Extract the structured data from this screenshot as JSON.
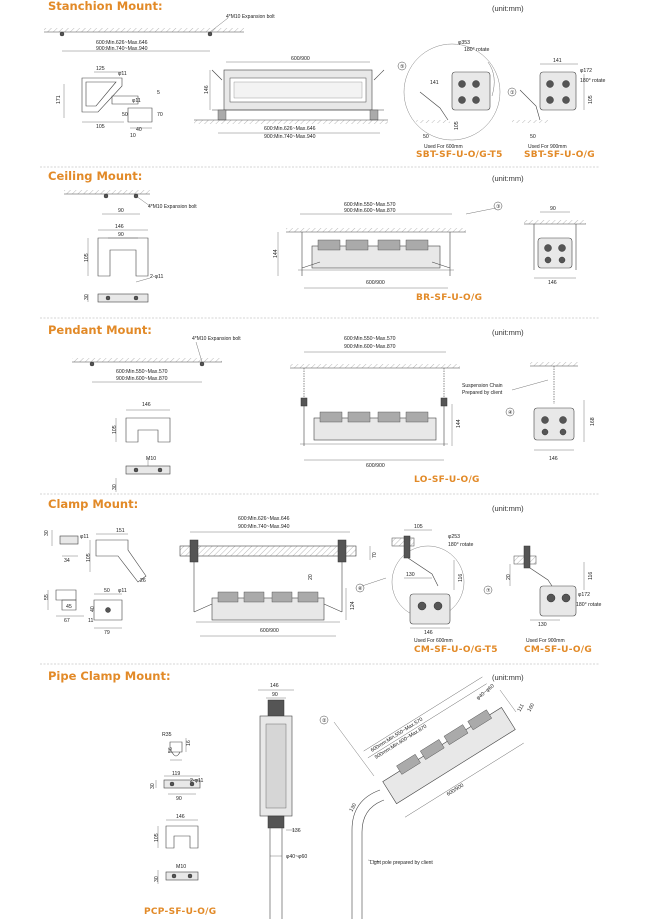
{
  "sections": {
    "stanchion": {
      "title": "Stanchion Mount:",
      "unit": "(unit:mm)",
      "bolt_note": "4*M10 Expansion bolt",
      "span_top_a": "600:Min.626~Max.646",
      "span_top_b": "900:Min.740~Max.940",
      "bracket_dims": [
        "125",
        "φ11",
        "171",
        "105",
        "φ11",
        "5",
        "50",
        "40",
        "70",
        "10"
      ],
      "fixture_length": "600/900",
      "fixture_height": "146",
      "span_bottom_a": "600:Min.626~Max.646",
      "span_bottom_b": "900:Min.740~Max.940",
      "side_a": {
        "diameter": "φ353",
        "rotate": "180° rotate",
        "dims": [
          "141",
          "50",
          "105"
        ],
        "callout": "⑤",
        "used_for": "Used For 600mm",
        "model": "SBT-SF-U-O/G-T5"
      },
      "side_b": {
        "diameter": "φ172",
        "rotate": "180° rotate",
        "dims": [
          "141",
          "105",
          "50"
        ],
        "callout": "①",
        "used_for": "Used For 900mm",
        "model": "SBT-SF-U-O/G"
      }
    },
    "ceiling": {
      "title": "Ceiling Mount:",
      "unit": "(unit:mm)",
      "bolt_note": "4*M10 Expansion bolt",
      "bolt_spacing": "90",
      "bracket_dims": [
        "146",
        "90",
        "105",
        "2-φ11",
        "30"
      ],
      "span_a": "600:Min.550~Max.570",
      "span_b": "900:Min.600~Max.870",
      "callout": "③",
      "fixture_height": "144",
      "fixture_length": "600/900",
      "end_dims": [
        "90",
        "146"
      ],
      "model": "BR-SF-U-O/G"
    },
    "pendant": {
      "title": "Pendant Mount:",
      "unit": "(unit:mm)",
      "bolt_note": "4*M10 Expansion bolt",
      "ceiling_span_a": "600:Min.550~Max.570",
      "ceiling_span_b": "900:Min.600~Max.870",
      "bracket_dims": [
        "146",
        "105",
        "M10",
        "30"
      ],
      "span_a": "600:Min.550~Max.570",
      "span_b": "900:Min.600~Max.870",
      "chain_note_1": "Suspension Chain",
      "chain_note_2": "Prepared by client",
      "callout": "④",
      "fixture_height": "144",
      "fixture_length": "600/900",
      "end_dims": [
        "146",
        "168"
      ],
      "model": "LO-SF-U-O/G"
    },
    "clamp": {
      "title": "Clamp Mount:",
      "unit": "(unit:mm)",
      "span_a": "600:Min.626~Max.646",
      "span_b": "900:Min.740~Max.940",
      "bracket_dims": [
        "30",
        "φ11",
        "151",
        "34",
        "105",
        "26",
        "55",
        "45",
        "67",
        "50",
        "φ11",
        "40",
        "11",
        "79"
      ],
      "beam_height": "70",
      "beam_gap": "20",
      "fixture_height": "124",
      "fixture_length": "600/900",
      "side_a": {
        "dims": [
          "105",
          "φ253",
          "116",
          "130",
          "146"
        ],
        "rotate": "180° rotate",
        "callout": "⑥",
        "used_for": "Used For 600mm",
        "model": "CM-SF-U-O/G-T5"
      },
      "side_b": {
        "dims": [
          "20",
          "116",
          "130",
          "φ172"
        ],
        "rotate": "180° rotate",
        "callout": "⑦",
        "used_for": "Used For 900mm",
        "model": "CM-SF-U-O/G"
      }
    },
    "pipe_clamp": {
      "title": "Pipe Clamp Mount:",
      "unit": "(unit:mm)",
      "front_dims": [
        "146",
        "90",
        "136",
        "φ40~φ60"
      ],
      "small_dims": [
        "R35",
        "16",
        "56",
        "119",
        "2-φ11",
        "30",
        "90",
        "146",
        "105",
        "M10",
        "30"
      ],
      "angle_dims": [
        "φ40~φ60",
        "111",
        "160",
        "130"
      ],
      "span_a": "600mm:Min.550~Max.570",
      "span_b": "900mm:Min.600~Max.870",
      "fixture_length": "600/900",
      "callout": "②",
      "pole_note": "Light pole prepared by client",
      "model": "PCP-SF-U-O/G"
    }
  }
}
